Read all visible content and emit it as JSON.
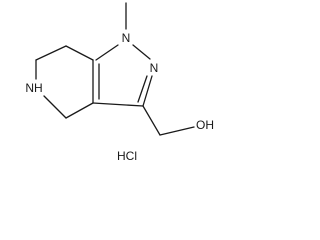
{
  "molecule": {
    "atoms": {
      "n1": "N",
      "n2": "N",
      "nh": "NH",
      "oh": "OH"
    },
    "salt": "HCl"
  }
}
